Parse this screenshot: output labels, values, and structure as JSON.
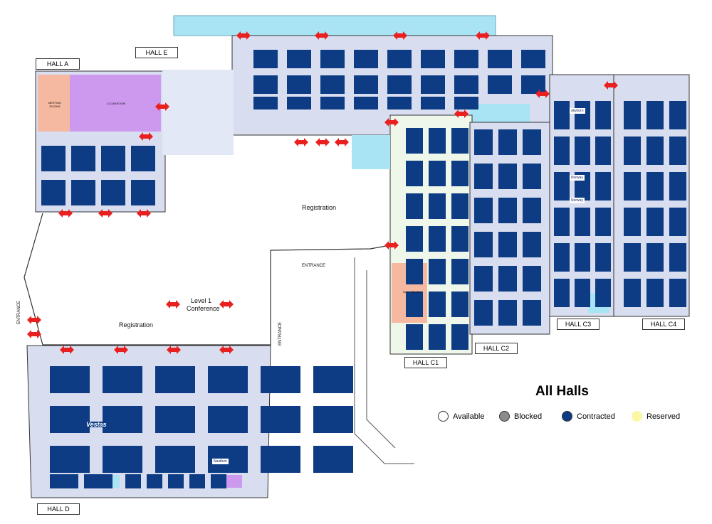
{
  "title": "All Halls",
  "halls": {
    "a": "HALL A",
    "e": "HALL E",
    "d": "HALL D",
    "c1": "HALL C1",
    "c2": "HALL C2",
    "c3": "HALL C3",
    "c4": "HALL C4"
  },
  "areas": {
    "registration_main": "Registration",
    "registration_left": "Registration",
    "conference_line1": "Level 1",
    "conference_line2": "Conference",
    "entrance_top": "ENTRANCE",
    "entrance_left": "ENTRANCE",
    "entrance_right": "ENTRANCE",
    "meeting_rooms": "MEETING ROOMS",
    "cloakroom": "CLOAKROOM",
    "pavilion": "Nanux Pavilion"
  },
  "exhibitors": {
    "vestas": "Vestas",
    "skyborn": "skyborn",
    "norway1": "Norway",
    "norway2": "Norway",
    "nauthen": "Nauthen"
  },
  "legend": [
    {
      "label": "Available",
      "color": "#ffffff"
    },
    {
      "label": "Blocked",
      "color": "#8c8c8c"
    },
    {
      "label": "Contracted",
      "color": "#0d3c84"
    },
    {
      "label": "Reserved",
      "color": "#fbf7a6"
    }
  ],
  "colors": {
    "booth": "#0d3c84",
    "aisle": "#c6cbe4",
    "hall_bg": "#d8ddf0",
    "lounge": "#a8e4f4",
    "cloakroom": "#cc99ee",
    "meeting": "#f5b8a0",
    "pavilion": "#f5b8a0",
    "c1_aisle": "#eef7ea",
    "arrow": "#e82020"
  }
}
